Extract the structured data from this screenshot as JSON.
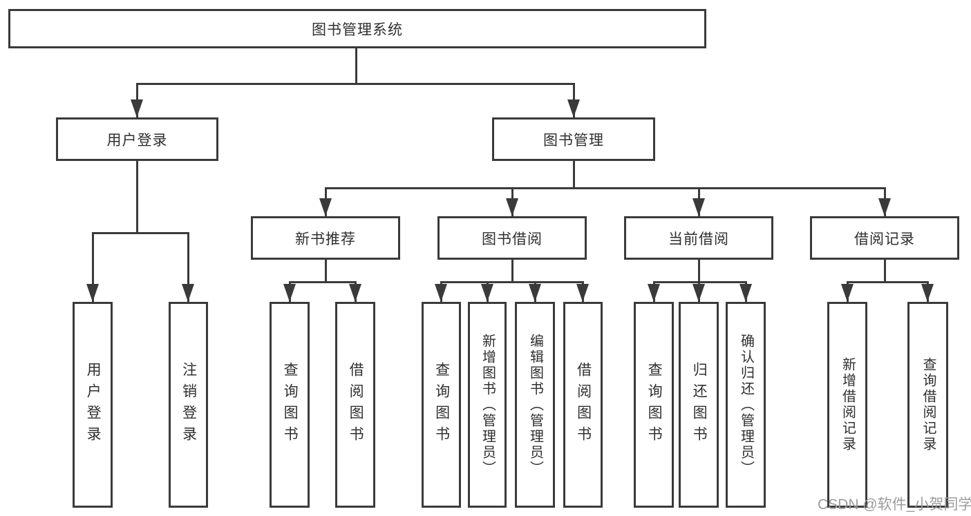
{
  "colors": {
    "line": "#3a3a3a",
    "text": "#2f2f2f",
    "watermark": "#9b9b9b",
    "background": "#ffffff"
  },
  "root": {
    "label": "图书管理系统"
  },
  "level2": {
    "user_login": {
      "label": "用户登录"
    },
    "book_management": {
      "label": "图书管理"
    }
  },
  "level3": {
    "new_books": {
      "label": "新书推荐"
    },
    "book_borrowing": {
      "label": "图书借阅"
    },
    "current_borrowing": {
      "label": "当前借阅"
    },
    "borrowing_records": {
      "label": "借阅记录"
    }
  },
  "leaves": {
    "user_login": [
      "用户登录",
      "注销登录"
    ],
    "new_books": [
      "查询图书",
      "借阅图书"
    ],
    "book_borrowing": [
      "查询图书",
      "新增图书（管理员）",
      "编辑图书（管理员）",
      "借阅图书"
    ],
    "current_borrowing": [
      "查询图书",
      "归还图书",
      "确认归还（管理员）"
    ],
    "borrowing_records": [
      "新增借阅记录",
      "查询借阅记录"
    ]
  },
  "watermark": "CSDN @软件_小贺同学"
}
